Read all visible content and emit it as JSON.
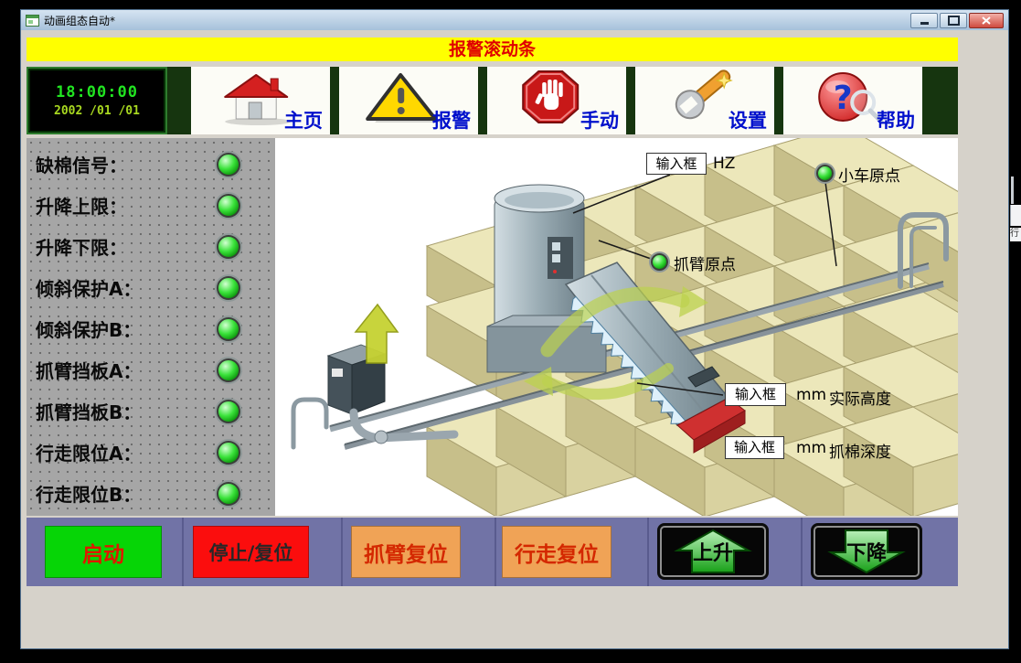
{
  "window": {
    "title": "动画组态自动*"
  },
  "alarm_bar": {
    "text": "报警滚动条"
  },
  "toolbar": {
    "clock": {
      "time": "18:00:00",
      "date": "2002 /01 /01"
    },
    "buttons": [
      {
        "label": "主页"
      },
      {
        "label": "报警"
      },
      {
        "label": "手动"
      },
      {
        "label": "设置"
      },
      {
        "label": "帮助"
      }
    ]
  },
  "status_panel": {
    "items": [
      {
        "label": "缺棉信号："
      },
      {
        "label": "升降上限："
      },
      {
        "label": "升降下限："
      },
      {
        "label": "倾斜保护A："
      },
      {
        "label": "倾斜保护B："
      },
      {
        "label": "抓臂挡板A："
      },
      {
        "label": "抓臂挡板B："
      },
      {
        "label": "行走限位A："
      },
      {
        "label": "行走限位B："
      }
    ]
  },
  "diagram": {
    "input_box_label": "输入框",
    "freq_unit": "HZ",
    "cart_origin_label": "小车原点",
    "arm_origin_label": "抓臂原点",
    "height_unit": "mm",
    "height_label": "实际高度",
    "depth_unit": "mm",
    "depth_label": "抓棉深度"
  },
  "control_bar": {
    "buttons": [
      {
        "label": "启动"
      },
      {
        "label": "停止/复位"
      },
      {
        "label": "抓臂复位"
      },
      {
        "label": "行走复位"
      },
      {
        "label": "上升"
      },
      {
        "label": "下降"
      }
    ]
  },
  "background_fragment": {
    "text": "行"
  },
  "colors": {
    "alarm_bg": "#ffff00",
    "alarm_text": "#e00000",
    "led_green": "#2ecc2e",
    "start_bg": "#06d506",
    "stop_bg": "#fb0d0d",
    "reset_bg": "#f0a356",
    "control_bar_bg": "#7173a6",
    "toolbar_sep": "#16350f",
    "label_blue": "#0010cc"
  }
}
